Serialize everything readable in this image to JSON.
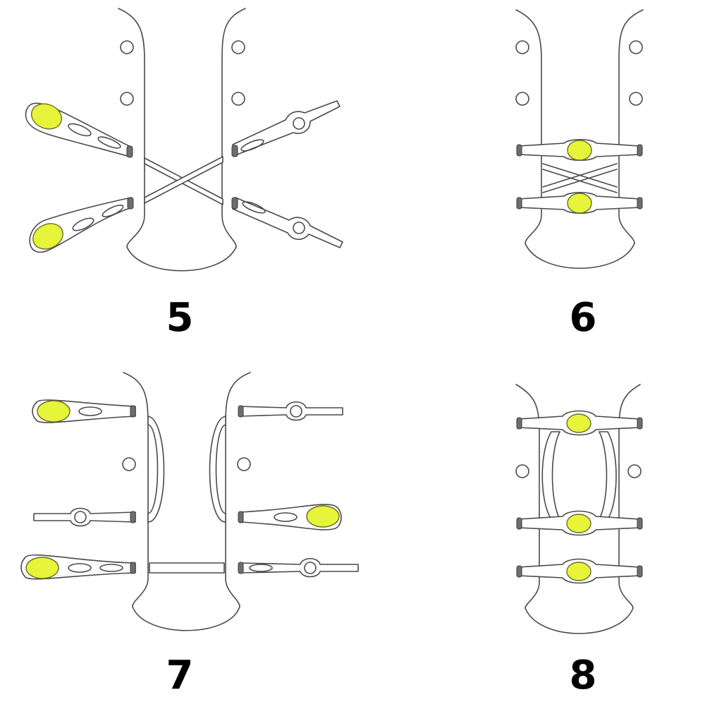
{
  "steps": [
    {
      "label": "5"
    },
    {
      "label": "6"
    },
    {
      "label": "7"
    },
    {
      "label": "8"
    }
  ],
  "colors": {
    "accent": "#e6f53a",
    "outline": "#4a4a4a",
    "background": "#ffffff",
    "text": "#000000"
  }
}
